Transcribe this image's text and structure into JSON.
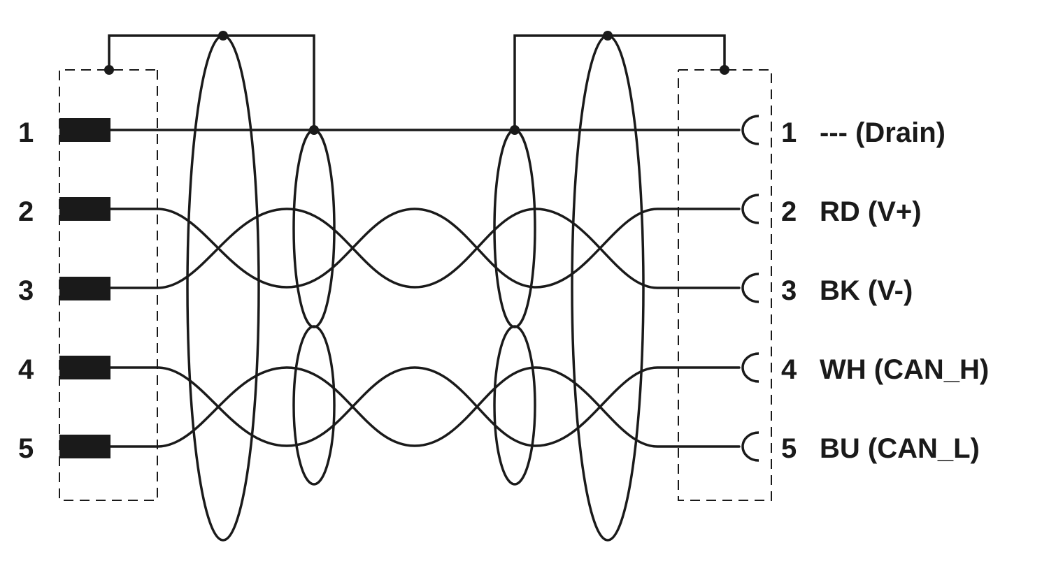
{
  "left_connector": {
    "pins": [
      {
        "number": "1"
      },
      {
        "number": "2"
      },
      {
        "number": "3"
      },
      {
        "number": "4"
      },
      {
        "number": "5"
      }
    ]
  },
  "right_connector": {
    "pins": [
      {
        "number": "1",
        "label": "--- (Drain)"
      },
      {
        "number": "2",
        "label": "RD (V+)"
      },
      {
        "number": "3",
        "label": "BK (V-)"
      },
      {
        "number": "4",
        "label": "WH (CAN_H)"
      },
      {
        "number": "5",
        "label": "BU (CAN_L)"
      }
    ]
  },
  "colors": {
    "line": "#1a1a1a",
    "background": "#ffffff"
  }
}
